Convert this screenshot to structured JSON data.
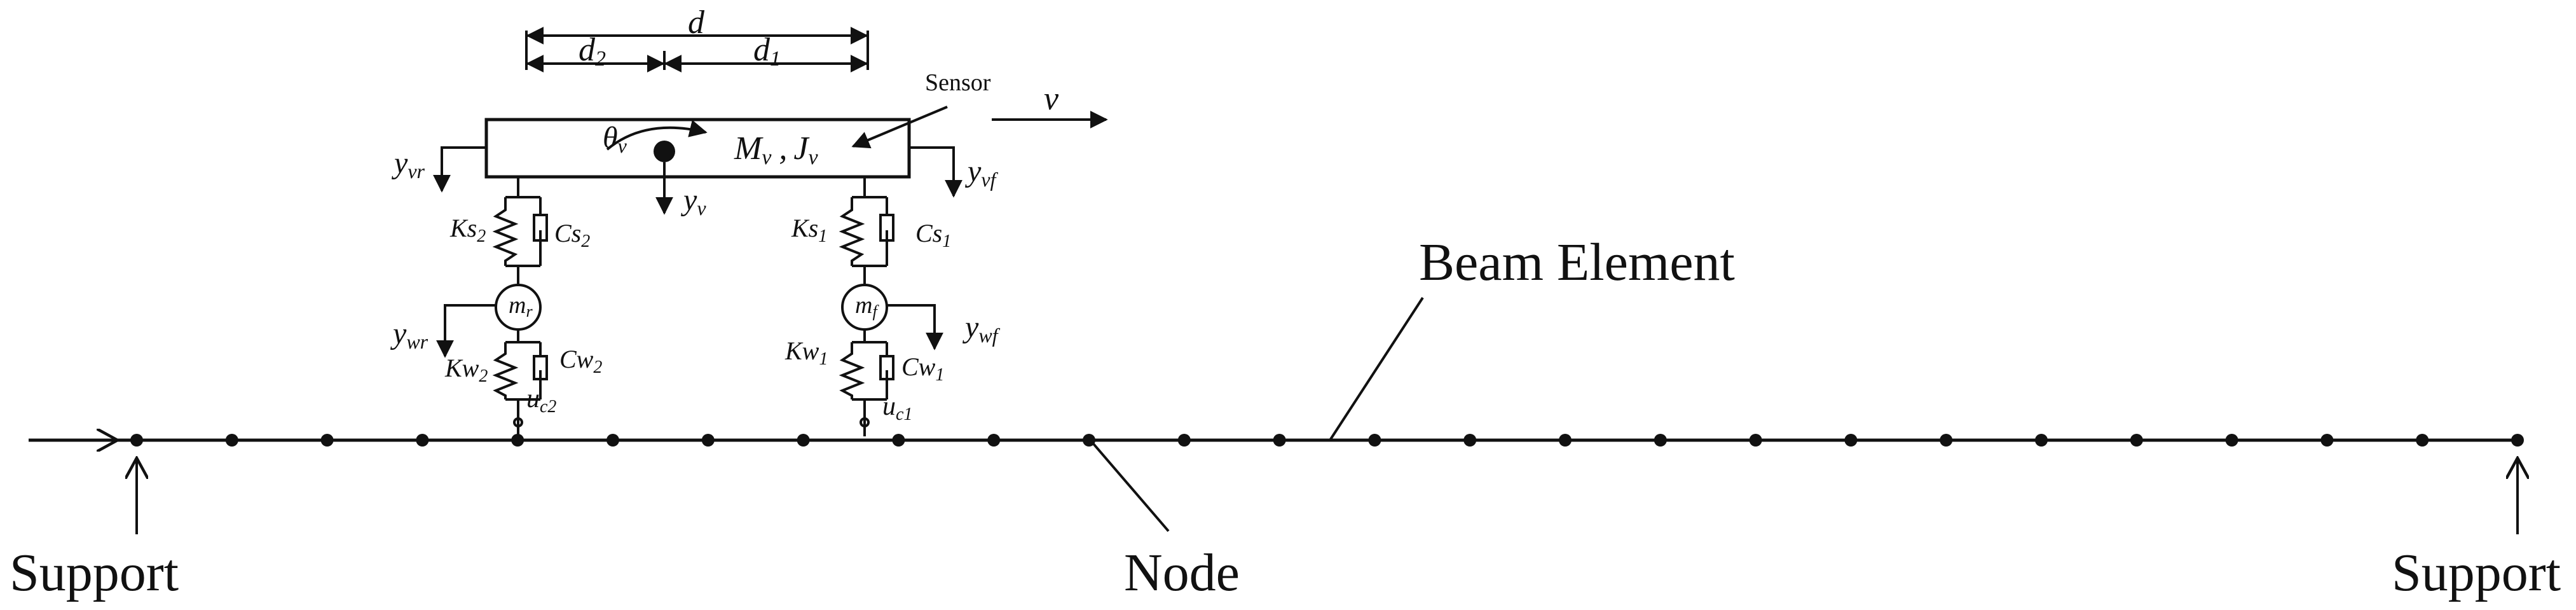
{
  "labels": {
    "support_left": "Support",
    "support_right": "Support",
    "node": "Node",
    "beam_element": "Beam Element",
    "sensor": "Sensor",
    "velocity": "v",
    "distance_total": "d",
    "distance_rear": "d",
    "distance_rear_sub": "2",
    "distance_front": "d",
    "distance_front_sub": "1",
    "theta": "θ",
    "theta_sub": "v",
    "mass_inertia_M": "M",
    "mass_inertia_M_sub": "v",
    "mass_inertia_sep": ",",
    "mass_inertia_J": "J",
    "mass_inertia_J_sub": "v",
    "y_v": "y",
    "y_v_sub": "v",
    "y_vr": "y",
    "y_vr_sub": "vr",
    "y_vf": "y",
    "y_vf_sub": "vf",
    "y_wr": "y",
    "y_wr_sub": "wr",
    "y_wf": "y",
    "y_wf_sub": "wf",
    "ks2": "Ks",
    "ks2_sub": "2",
    "cs2": "Cs",
    "cs2_sub": "2",
    "ks1": "Ks",
    "ks1_sub": "1",
    "cs1": "Cs",
    "cs1_sub": "1",
    "mr": "m",
    "mr_sub": "r",
    "mf": "m",
    "mf_sub": "f",
    "kw2": "Kw",
    "kw2_sub": "2",
    "cw2": "Cw",
    "cw2_sub": "2",
    "kw1": "Kw",
    "kw1_sub": "1",
    "cw1": "Cw",
    "cw1_sub": "1",
    "uc2": "u",
    "uc2_sub": "c2",
    "uc1": "u",
    "uc1_sub": "c1"
  }
}
